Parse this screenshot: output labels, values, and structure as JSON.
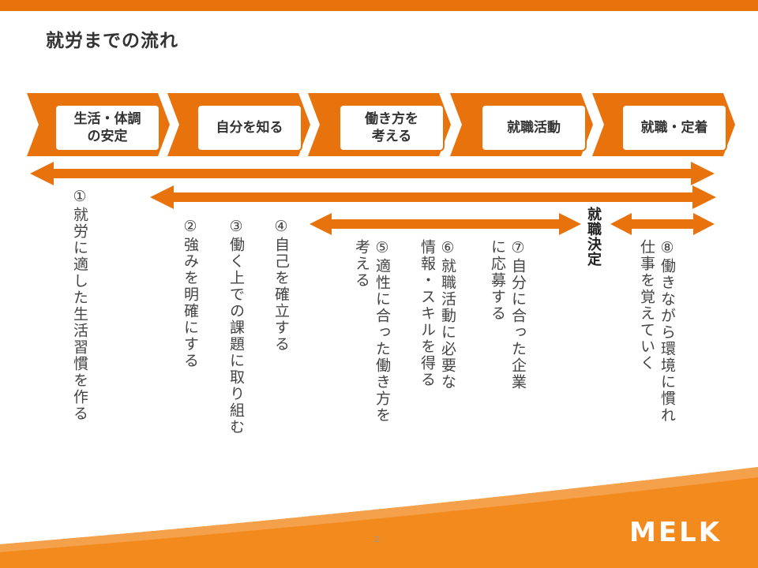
{
  "page": {
    "title": "就労までの流れ",
    "page_number": "2",
    "logo_text": "MELK"
  },
  "colors": {
    "accent": "#E8730C",
    "accent_light": "#F5A04A",
    "text": "#333333"
  },
  "stages": [
    {
      "label": "生活・体調\nの安定"
    },
    {
      "label": "自分を知る"
    },
    {
      "label": "働き方を\n考える"
    },
    {
      "label": "就職活動"
    },
    {
      "label": "就職・定着"
    }
  ],
  "decision_label": "就職決定",
  "steps": [
    {
      "text": "①就労に適した生活習慣を作る"
    },
    {
      "text": "②強みを明確にする"
    },
    {
      "text": "③働く上での課題に取り組む"
    },
    {
      "text": "④自己を確立する"
    },
    {
      "text": "⑤適性に合った働き方を\n考える"
    },
    {
      "text": "⑥就職活動に必要な\n情報・スキルを得る"
    },
    {
      "text": "⑦自分に合った企業\nに応募する"
    },
    {
      "text": "⑧働きながら環境に慣れ\n仕事を覚えていく"
    }
  ]
}
